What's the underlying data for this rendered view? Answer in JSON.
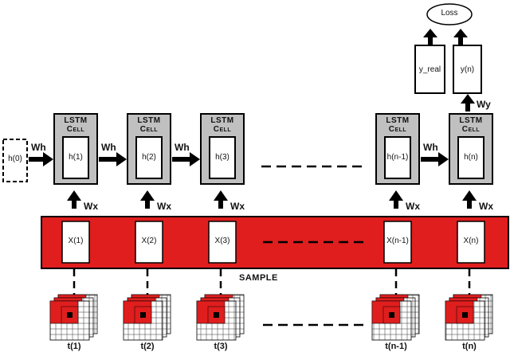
{
  "loss_label": "Loss",
  "y_real_label": "y_real",
  "y_n_label": "y(n)",
  "wy_label": "Wy",
  "wh_label": "Wh",
  "wx_label": "Wx",
  "h0_label": "h(0)",
  "cell_title_line1": "LSTM",
  "cell_title_line2": "Cell",
  "cells": [
    {
      "h": "h(1)",
      "x": "X(1)",
      "t": "t(1)"
    },
    {
      "h": "h(2)",
      "x": "X(2)",
      "t": "t(2)"
    },
    {
      "h": "h(3)",
      "x": "X(3)",
      "t": "t(3)"
    },
    {
      "h": "h(n-1)",
      "x": "X(n-1)",
      "t": "t(n-1)"
    },
    {
      "h": "h(n)",
      "x": "X(n)",
      "t": "t(n)"
    }
  ],
  "sample_label": "SAMPLE",
  "colors": {
    "red": "#e01e1e",
    "gray": "#c0c0c0",
    "black": "#000000"
  }
}
